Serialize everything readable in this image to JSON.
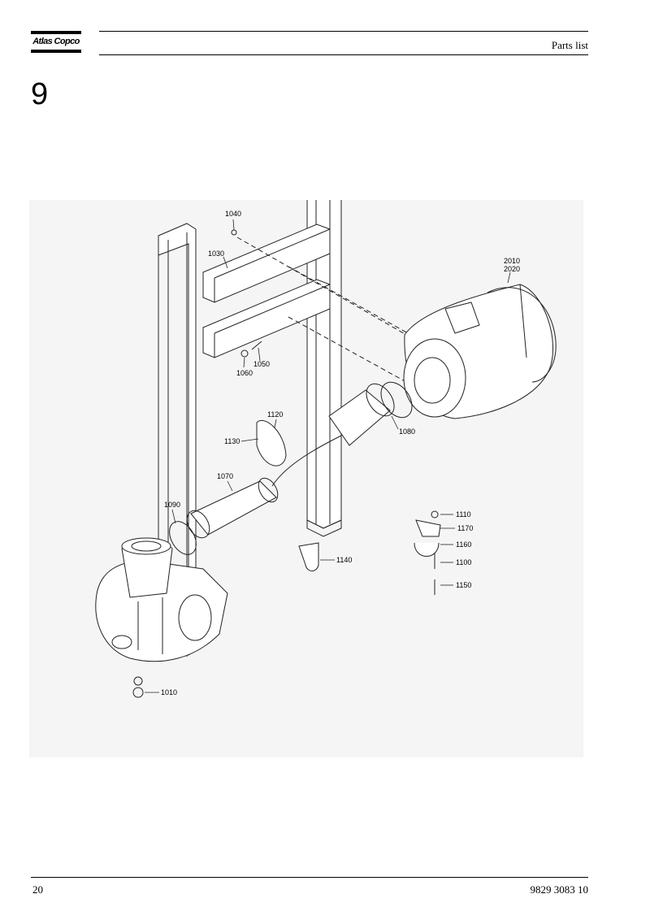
{
  "header": {
    "brand": "Atlas Copco",
    "title": "Parts list"
  },
  "section": {
    "number": "9"
  },
  "figure": {
    "callouts": [
      {
        "id": "c1040",
        "label": "1040"
      },
      {
        "id": "c1030",
        "label": "1030"
      },
      {
        "id": "c2010",
        "label": "2010"
      },
      {
        "id": "c2020",
        "label": "2020"
      },
      {
        "id": "c1050",
        "label": "1050"
      },
      {
        "id": "c1060",
        "label": "1060"
      },
      {
        "id": "c1120",
        "label": "1120"
      },
      {
        "id": "c1130",
        "label": "1130"
      },
      {
        "id": "c1080",
        "label": "1080"
      },
      {
        "id": "c1070",
        "label": "1070"
      },
      {
        "id": "c1090",
        "label": "1090"
      },
      {
        "id": "c1110",
        "label": "1110"
      },
      {
        "id": "c1170",
        "label": "1170"
      },
      {
        "id": "c1160",
        "label": "1160"
      },
      {
        "id": "c1140",
        "label": "1140"
      },
      {
        "id": "c1100",
        "label": "1100"
      },
      {
        "id": "c1150",
        "label": "1150"
      },
      {
        "id": "c1010",
        "label": "1010"
      }
    ]
  },
  "footer": {
    "page_number": "20",
    "document_number": "9829 3083 10"
  }
}
